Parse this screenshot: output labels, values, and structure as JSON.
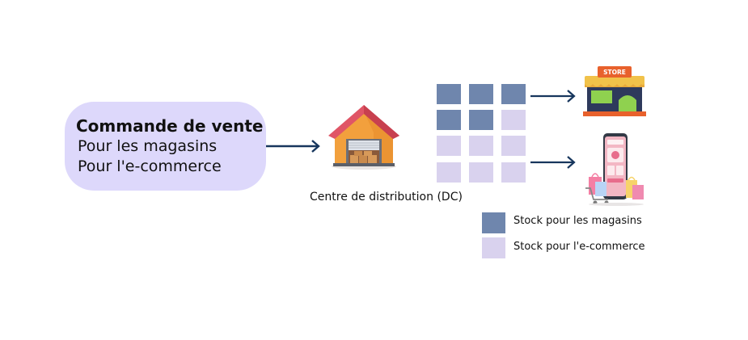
{
  "order": {
    "title": "Commande de vente",
    "line1": "Pour les magasins",
    "line2": "Pour l'e-commerce"
  },
  "dc": {
    "label": "Centre de distribution (DC)"
  },
  "store_icon": {
    "sign": "STORE"
  },
  "legend": {
    "store_stock": "Stock pour les magasins",
    "ecommerce_stock": "Stock pour l'e-commerce"
  },
  "colors": {
    "order_box": "#ddd8fb",
    "store_stock": "#6f86ad",
    "ecommerce_stock": "#d9d2ee",
    "arrow": "#17365d"
  },
  "stock_grid": [
    [
      "store",
      "store",
      "store"
    ],
    [
      "store",
      "store",
      "ecommerce"
    ],
    [
      "ecommerce",
      "ecommerce",
      "ecommerce"
    ],
    [
      "ecommerce",
      "ecommerce",
      "ecommerce"
    ]
  ]
}
